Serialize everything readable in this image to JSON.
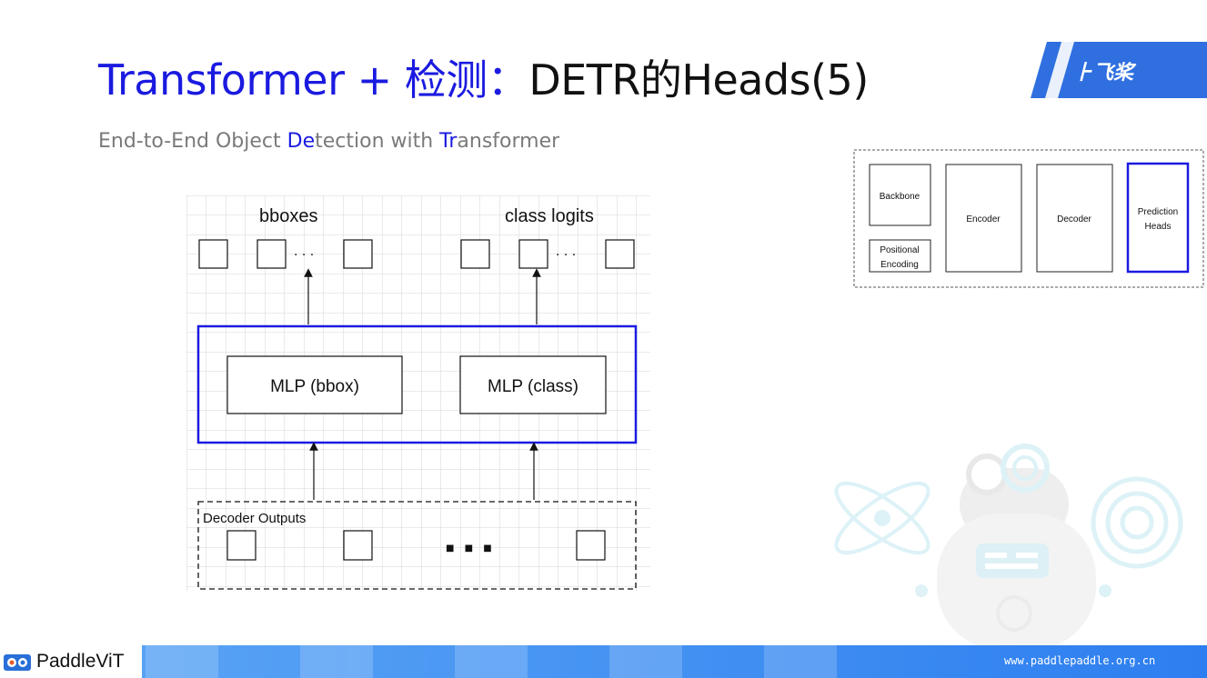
{
  "title": {
    "prefix": "Transformer + 检测：",
    "suffix": "DETR的Heads(5)"
  },
  "subtitle": {
    "p1": "End-to-End Object ",
    "h1": "De",
    "p2": "tection with ",
    "h2": "Tr",
    "p3": "ansformer"
  },
  "brand": {
    "logo_text": "飞桨"
  },
  "diagram": {
    "bboxes_label": "bboxes",
    "class_logits_label": "class logits",
    "ellipsis_top": "· · ·",
    "mlp_bbox_label": "MLP (bbox)",
    "mlp_class_label": "MLP (class)",
    "decoder_outputs_label": "Decoder Outputs",
    "ellipsis_bottom": "■ ■ ■"
  },
  "overview": {
    "backbone": "Backbone",
    "positional_line1": "Positional",
    "positional_line2": "Encoding",
    "encoder": "Encoder",
    "decoder": "Decoder",
    "prediction_line1": "Prediction",
    "prediction_line2": "Heads"
  },
  "footer": {
    "brand_name": "PaddleViT",
    "url": "www.paddlepaddle.org.cn"
  },
  "colors": {
    "accent_blue": "#1a1ae0",
    "footer_blue": "#2f8cf0"
  }
}
